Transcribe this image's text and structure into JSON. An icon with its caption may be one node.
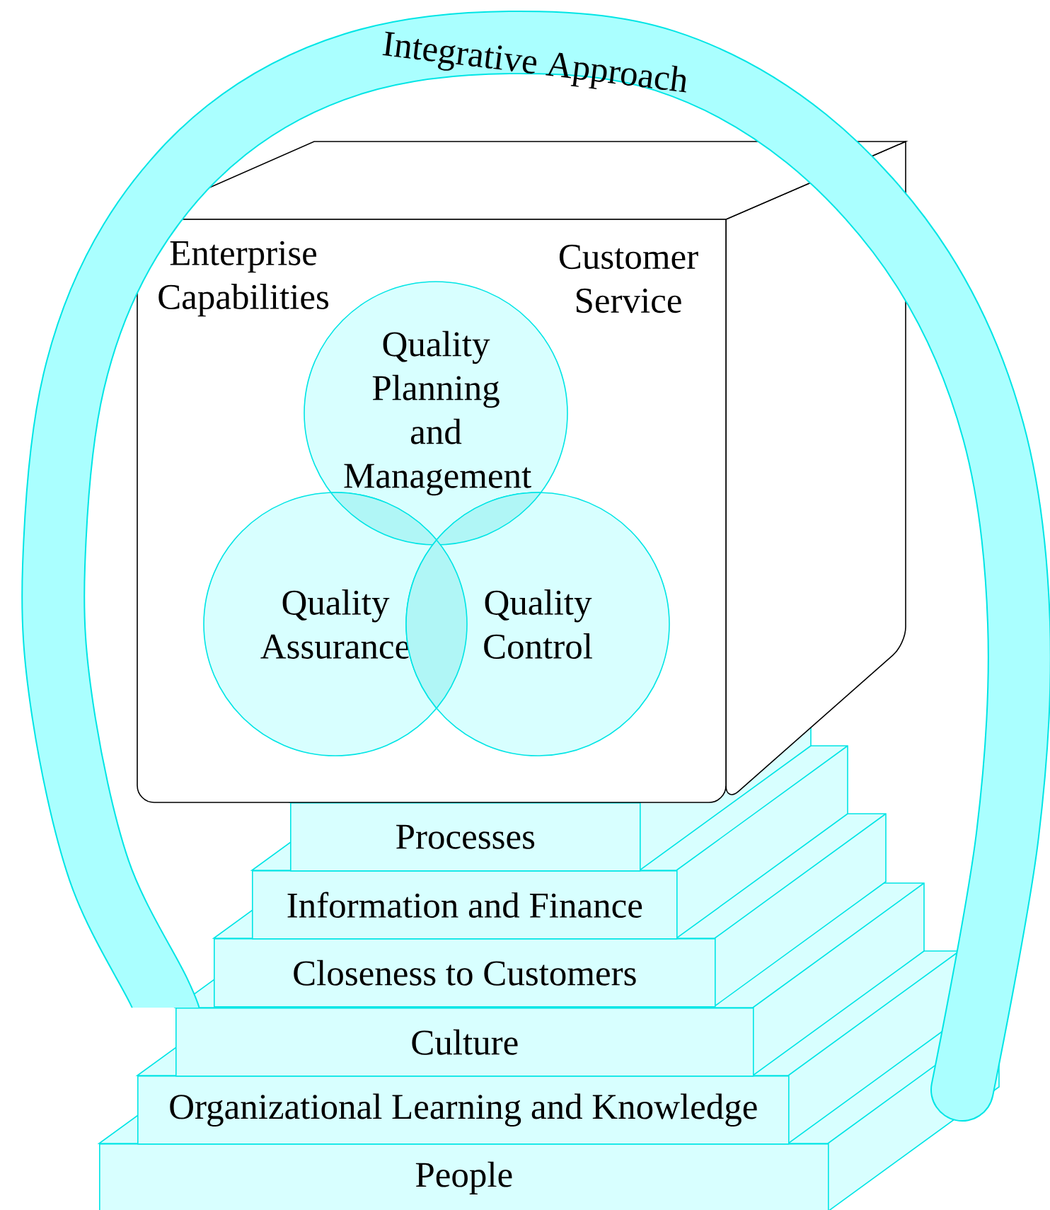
{
  "diagram": {
    "nodes": [
      {
        "text": [
          "Integrative Approach"
        ]
      },
      {
        "text": [
          "Enterprise Capabilities",
          "Customer Service"
        ]
      },
      {
        "text": [
          "Quality Planning and Management"
        ],
        "in": 1
      },
      {
        "text": [
          "Quality Assurance"
        ],
        "in": 1
      },
      {
        "text": [
          "Quality Control"
        ],
        "in": 1
      },
      {
        "text": [
          "Processes"
        ]
      },
      {
        "text": [
          "Information and Finance"
        ]
      },
      {
        "text": [
          "Closeness to Customers"
        ]
      },
      {
        "text": [
          "Culture"
        ]
      },
      {
        "text": [
          "Organizational Learning and Knowledge"
        ]
      },
      {
        "text": [
          "People"
        ]
      }
    ]
  }
}
